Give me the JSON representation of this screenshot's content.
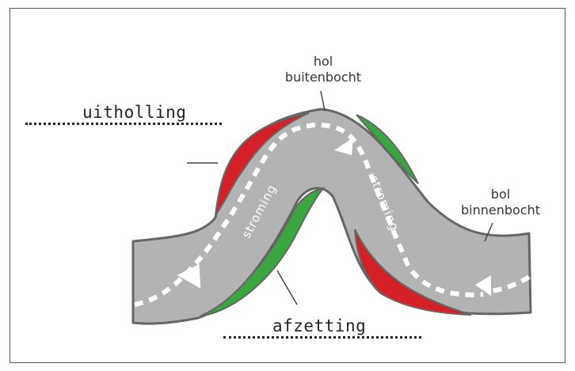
{
  "labels": {
    "outer_bend": [
      "hol",
      "buitenbocht"
    ],
    "inner_bend": [
      "bol",
      "binnenbocht"
    ],
    "erosion": "uitholling",
    "deposition": "afzetting",
    "flow_left": "stroming",
    "flow_right": "stroming"
  },
  "colors": {
    "river": "#b3b3b3",
    "river_edge": "#666666",
    "erosion": "#d42128",
    "deposition": "#3aa640",
    "flow_arrow": "#ffffff",
    "frame": "#555555"
  }
}
